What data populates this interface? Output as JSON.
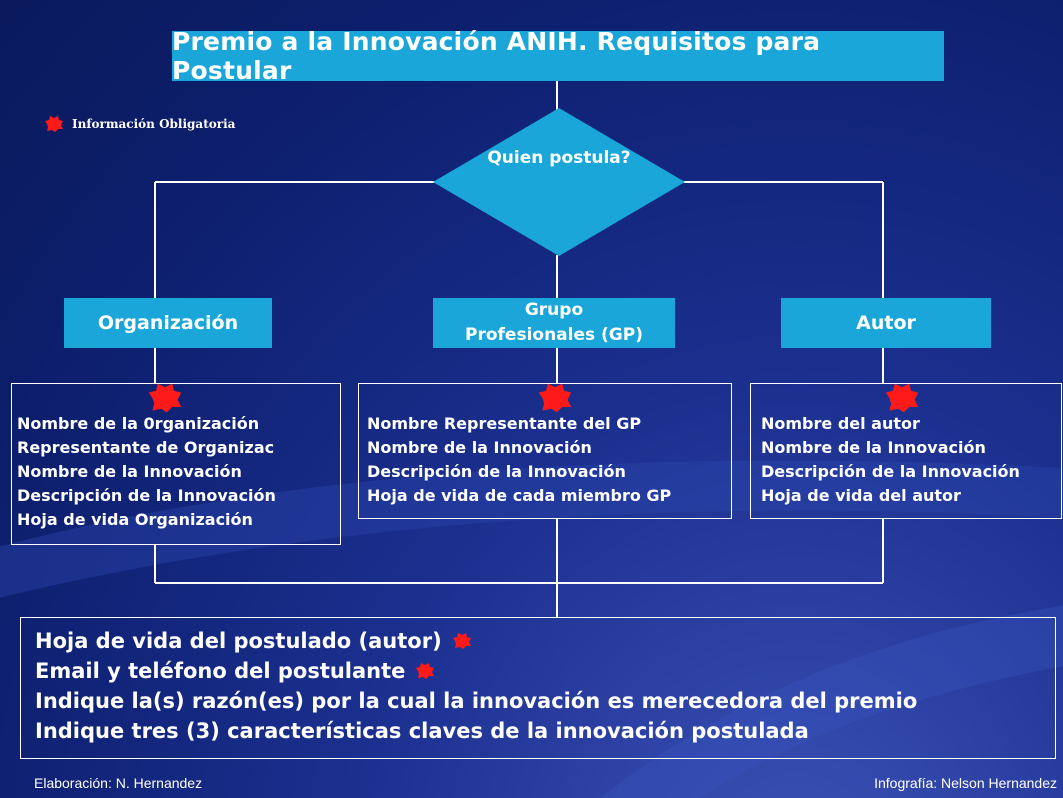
{
  "title": "Premio a la Innovación ANIH. Requisitos para Postular",
  "legend": {
    "label": "Información Obligatoria",
    "icon": "red-blot-icon",
    "color": "#ff1a1a"
  },
  "decision": {
    "label": "Quien postula?"
  },
  "categories": {
    "organizacion": "Organización",
    "gp_line1": "Grupo",
    "gp_line2": "Profesionales (GP)",
    "autor": "Autor"
  },
  "requirements": {
    "organizacion": [
      "Nombre  de la 0rganización",
      "Representante  de Organizac",
      "Nombre de la Innovación",
      "Descripción de la Innovación",
      "Hoja de vida Organización"
    ],
    "gp": [
      "Nombre Representante del GP",
      "Nombre de la Innovación",
      "Descripción de la Innovación",
      "Hoja de vida de cada miembro GP"
    ],
    "autor": [
      "Nombre  del autor",
      "Nombre de la Innovación",
      "Descripción de la Innovación",
      "Hoja de vida del autor"
    ]
  },
  "common": [
    "Hoja de vida del postulado (autor)",
    "Email y teléfono del postulante",
    "Indique la(s) razón(es) por la cual la innovación es merecedora del premio",
    "Indique tres (3) características claves de la innovación postulada"
  ],
  "footer": {
    "left": "Elaboración: N. Hernandez",
    "right": "Infografía: Nelson Hernandez"
  },
  "colors": {
    "accent": "#1aa6d9",
    "background": "#0d1f6e",
    "mandatory": "#ff1a1a"
  }
}
